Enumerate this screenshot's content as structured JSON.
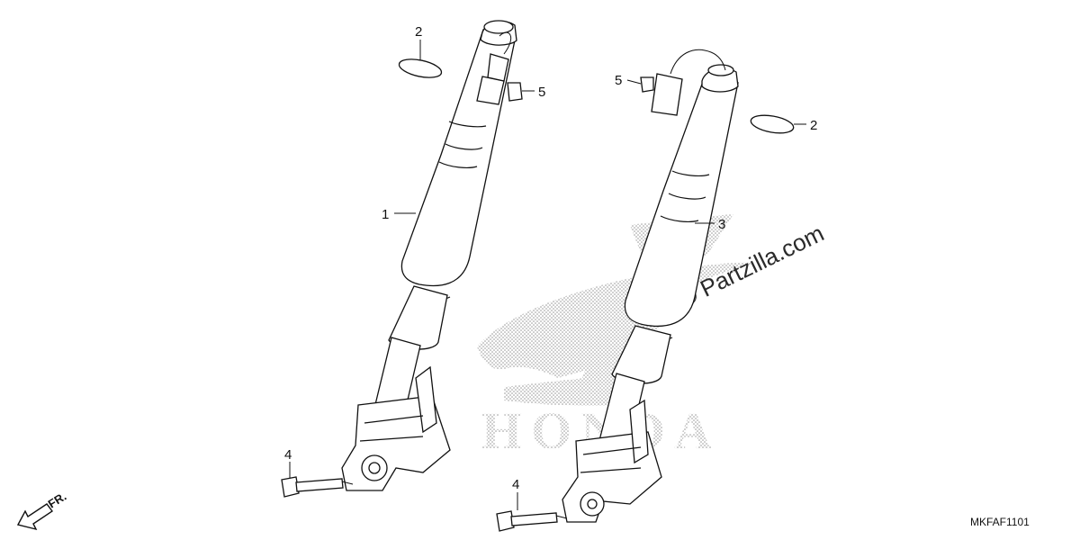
{
  "callouts": [
    {
      "id": "2",
      "label": "2"
    },
    {
      "id": "5",
      "label": "5"
    },
    {
      "id": "1",
      "label": "1"
    },
    {
      "id": "4",
      "label": "4"
    },
    {
      "id": "3",
      "label": "3"
    }
  ],
  "watermark": "© Partzilla.com",
  "brand": "HONDA",
  "direction_label": "FR.",
  "diagram_code": "MKFAF1101",
  "colors": {
    "line": "#111111",
    "dots": "#9a9a9a",
    "background": "#ffffff"
  }
}
